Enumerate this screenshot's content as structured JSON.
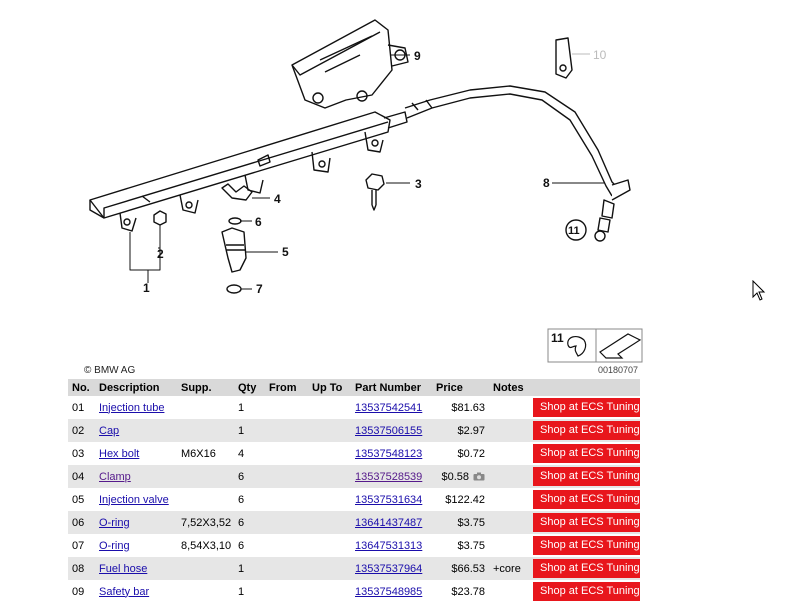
{
  "diagram": {
    "copyright": "© BMW AG",
    "image_code": "00180707",
    "callouts": [
      "1",
      "2",
      "3",
      "4",
      "5",
      "6",
      "7",
      "8",
      "9",
      "10",
      "11"
    ],
    "legend_callout": "11"
  },
  "table": {
    "headers": [
      "No.",
      "Description",
      "Supp.",
      "Qty",
      "From",
      "Up To",
      "Part Number",
      "Price",
      "Notes",
      ""
    ],
    "shop_label": "Shop at ECS Tuning",
    "rows": [
      {
        "no": "01",
        "description": "Injection tube",
        "supp": "",
        "qty": "1",
        "from": "",
        "upto": "",
        "part_number": "13537542541",
        "price": "$81.63",
        "notes": "",
        "camera": false
      },
      {
        "no": "02",
        "description": "Cap",
        "supp": "",
        "qty": "1",
        "from": "",
        "upto": "",
        "part_number": "13537506155",
        "price": "$2.97",
        "notes": "",
        "camera": false
      },
      {
        "no": "03",
        "description": "Hex bolt",
        "supp": "M6X16",
        "qty": "4",
        "from": "",
        "upto": "",
        "part_number": "13537548123",
        "price": "$0.72",
        "notes": "",
        "camera": false
      },
      {
        "no": "04",
        "description": "Clamp",
        "supp": "",
        "qty": "6",
        "from": "",
        "upto": "",
        "part_number": "13537528539",
        "price": "$0.58",
        "notes": "",
        "camera": true
      },
      {
        "no": "05",
        "description": "Injection valve",
        "supp": "",
        "qty": "6",
        "from": "",
        "upto": "",
        "part_number": "13537531634",
        "price": "$122.42",
        "notes": "",
        "camera": false
      },
      {
        "no": "06",
        "description": "O-ring",
        "supp": "7,52X3,52",
        "qty": "6",
        "from": "",
        "upto": "",
        "part_number": "13641437487",
        "price": "$3.75",
        "notes": "",
        "camera": false
      },
      {
        "no": "07",
        "description": "O-ring",
        "supp": "8,54X3,10",
        "qty": "6",
        "from": "",
        "upto": "",
        "part_number": "13647531313",
        "price": "$3.75",
        "notes": "",
        "camera": false
      },
      {
        "no": "08",
        "description": "Fuel hose",
        "supp": "",
        "qty": "1",
        "from": "",
        "upto": "",
        "part_number": "13537537964",
        "price": "$66.53",
        "notes": "+core",
        "camera": false
      },
      {
        "no": "09",
        "description": "Safety bar",
        "supp": "",
        "qty": "1",
        "from": "",
        "upto": "",
        "part_number": "13537548985",
        "price": "$23.78",
        "notes": "",
        "camera": false
      }
    ]
  }
}
